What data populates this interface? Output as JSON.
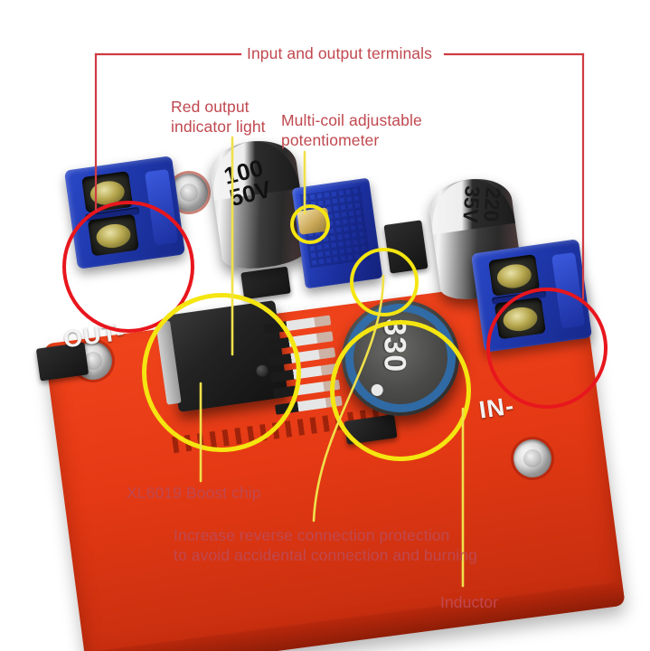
{
  "figure": {
    "subject": "XL6019 DC-DC boost converter module annotated photo",
    "background_color": "#ffffff",
    "annotation_text_color": "#c0484f",
    "red_marker_color": "#e8161d",
    "yellow_marker_color": "#f5e511"
  },
  "annotations": {
    "terminals": "Input and output terminals",
    "led": "Red output\nindicator light",
    "potentiometer": "Multi-coil adjustable\npotentiometer",
    "chip": "XL6019 Boost chip",
    "reverse": "Increase reverse connection protection\nto avoid accidental connection and burning",
    "inductor": "Inductor"
  },
  "board": {
    "silkscreen": {
      "output_label": "OUT-",
      "input_label": "IN-"
    },
    "components": {
      "capacitor_input": "100\n50V",
      "capacitor_output": "220\n35V",
      "inductor_code": "330"
    }
  }
}
